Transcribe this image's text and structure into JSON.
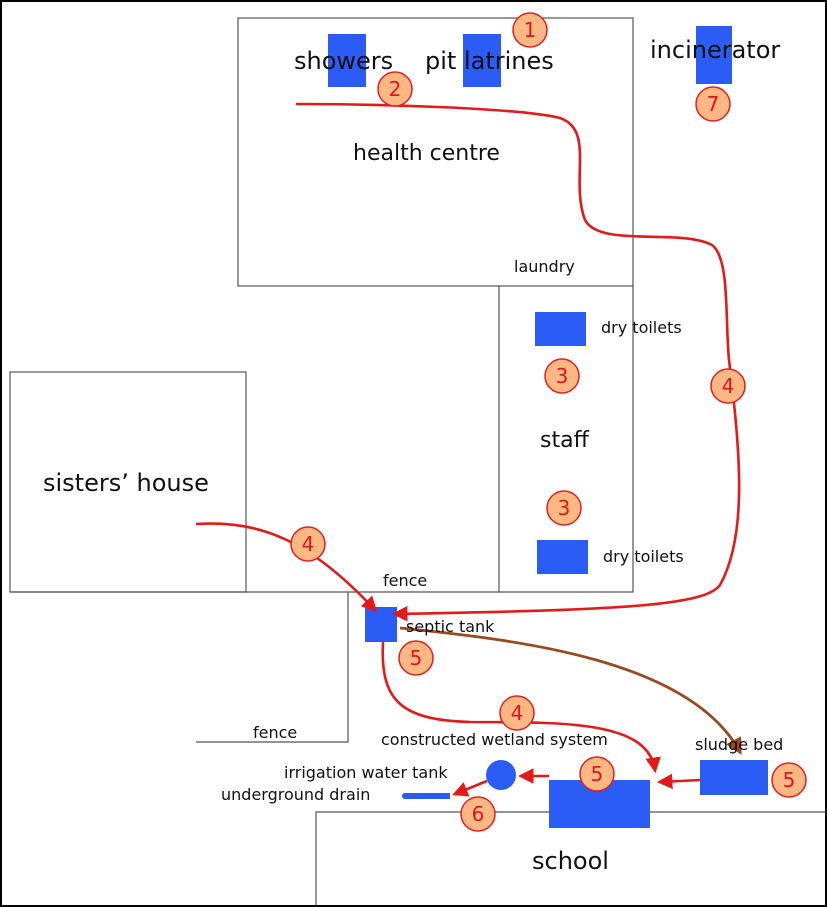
{
  "colors": {
    "component": "#2b5cf5",
    "flow_red": "#e41a1a",
    "flow_brown": "#9a4a20",
    "badge_fill": "#ffb783",
    "badge_stroke": "#e02020",
    "number_text": "#e0161c",
    "outline": "#555555"
  },
  "labels": {
    "showers": "showers",
    "pit_latrines": "pit latrines",
    "incinerator": "incinerator",
    "health_centre": "health centre",
    "laundry": "laundry",
    "dry_toilets_top": "dry toilets",
    "staff": "staff",
    "dry_toilets_bottom": "dry toilets",
    "sisters_house": "sisters’ house",
    "fence_top": "fence",
    "septic_tank": "septic tank",
    "fence_bottom": "fence",
    "constructed_wetland": "constructed wetland system",
    "sludge_bed": "sludge bed",
    "irrigation_tank": "irrigation water tank",
    "underground_drain": "underground drain",
    "school": "school"
  },
  "badges": {
    "b1": "1",
    "b2": "2",
    "b7": "7",
    "b3a": "3",
    "b4a": "4",
    "b3b": "3",
    "b4b": "4",
    "b5a": "5",
    "b4c": "4",
    "b5b": "5",
    "b5c": "5",
    "b6": "6"
  },
  "icons": {
    "component": "blue-square",
    "tank": "blue-circle",
    "marker": "orange-circle-badge",
    "flow": "arrow"
  }
}
